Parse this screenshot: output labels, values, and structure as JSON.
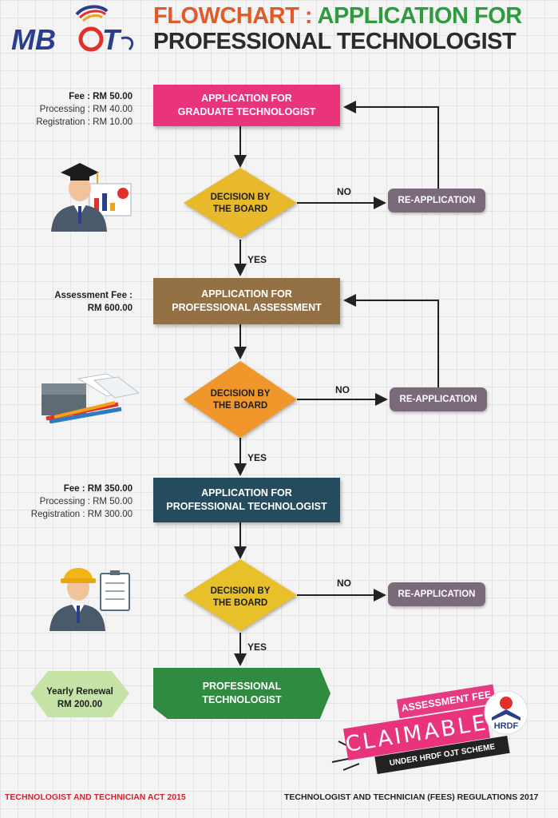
{
  "header": {
    "logo_text": "MBOT",
    "title_part1": "FLOWCHART : ",
    "title_part2": "APPLICATION FOR",
    "title_line2": "PROFESSIONAL TECHNOLOGIST"
  },
  "flow": {
    "step1": {
      "line1": "APPLICATION FOR",
      "line2": "GRADUATE TECHNOLOGIST",
      "color": "#e9347c"
    },
    "step2": {
      "line1": "APPLICATION FOR",
      "line2": "PROFESSIONAL ASSESSMENT",
      "color": "#947045"
    },
    "step3": {
      "line1": "APPLICATION FOR",
      "line2": "PROFESSIONAL TECHNOLOGIST",
      "color": "#244b5e"
    },
    "final": {
      "line1": "PROFESSIONAL",
      "line2": "TECHNOLOGIST",
      "color": "#2e8b3f"
    },
    "decision1": {
      "line1": "DECISION BY",
      "line2": "THE BOARD",
      "color": "#e8b92a"
    },
    "decision2": {
      "line1": "DECISION BY",
      "line2": "THE BOARD",
      "color": "#f0962a"
    },
    "decision3": {
      "line1": "DECISION BY",
      "line2": "THE BOARD",
      "color": "#e8c12a"
    },
    "no_label": "NO",
    "yes_label": "YES",
    "reapplication": "RE-APPLICATION"
  },
  "fees": {
    "graduate": {
      "main": "Fee : RM 50.00",
      "processing": "Processing : RM 40.00",
      "registration": "Registration : RM 10.00"
    },
    "assessment": {
      "line1": "Assessment Fee :",
      "line2": "RM 600.00"
    },
    "professional": {
      "main": "Fee : RM 350.00",
      "processing": "Processing : RM 50.00",
      "registration": "Registration : RM 300.00"
    },
    "renewal": {
      "line1": "Yearly Renewal",
      "line2": "RM 200.00"
    }
  },
  "stamp": {
    "top": "ASSESSMENT FEE",
    "main": "CLAIMABLE",
    "bottom": "UNDER HRDF OJT SCHEME",
    "hrdf": "HRDF"
  },
  "footer": {
    "left": "TECHNOLOGIST AND TECHNICIAN ACT 2015",
    "right": "TECHNOLOGIST AND TECHNICIAN (FEES) REGULATIONS 2017"
  },
  "colors": {
    "title_orange": "#e05a2a",
    "title_green": "#2f9a3e",
    "reapplication": "#7a6a7a",
    "footer_red": "#d2232a"
  }
}
